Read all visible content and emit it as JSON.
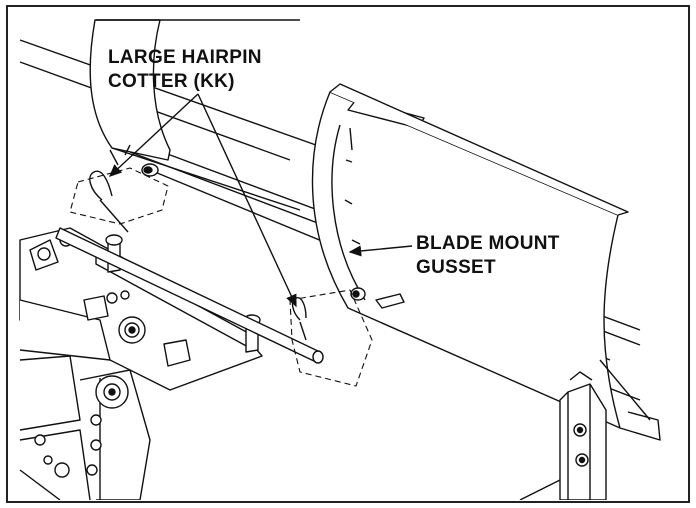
{
  "figure": {
    "kind": "technical line drawing",
    "subject": "snow blade mount assembly",
    "colors": {
      "line": "#111111",
      "background": "#ffffff",
      "border": "#222222"
    }
  },
  "callouts": {
    "hairpin": {
      "line1": "LARGE HAIRPIN",
      "line2": "COTTER (KK)"
    },
    "gusset": {
      "line1": "BLADE MOUNT",
      "line2": "GUSSET"
    }
  }
}
